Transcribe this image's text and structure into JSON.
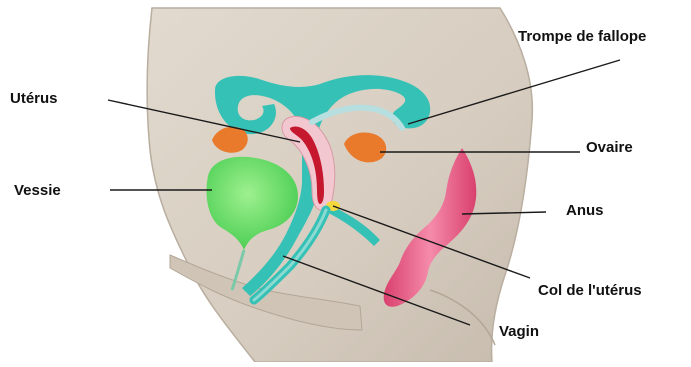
{
  "labels": {
    "trompe": "Trompe de fallope",
    "uterus": "Utérus",
    "ovaire": "Ovaire",
    "vessie": "Vessie",
    "anus": "Anus",
    "col": "Col de l'utérus",
    "vagin": "Vagin"
  },
  "colors": {
    "body": "#d9d0c4",
    "body_shadow": "#c9bfb2",
    "peritoneum": "#35c1b6",
    "uterus_inner": "#c5182f",
    "ovary": "#e97a2c",
    "bladder": "#63dc5e",
    "rectum": "#e85f87",
    "leader_line": "#1a1a1a"
  }
}
